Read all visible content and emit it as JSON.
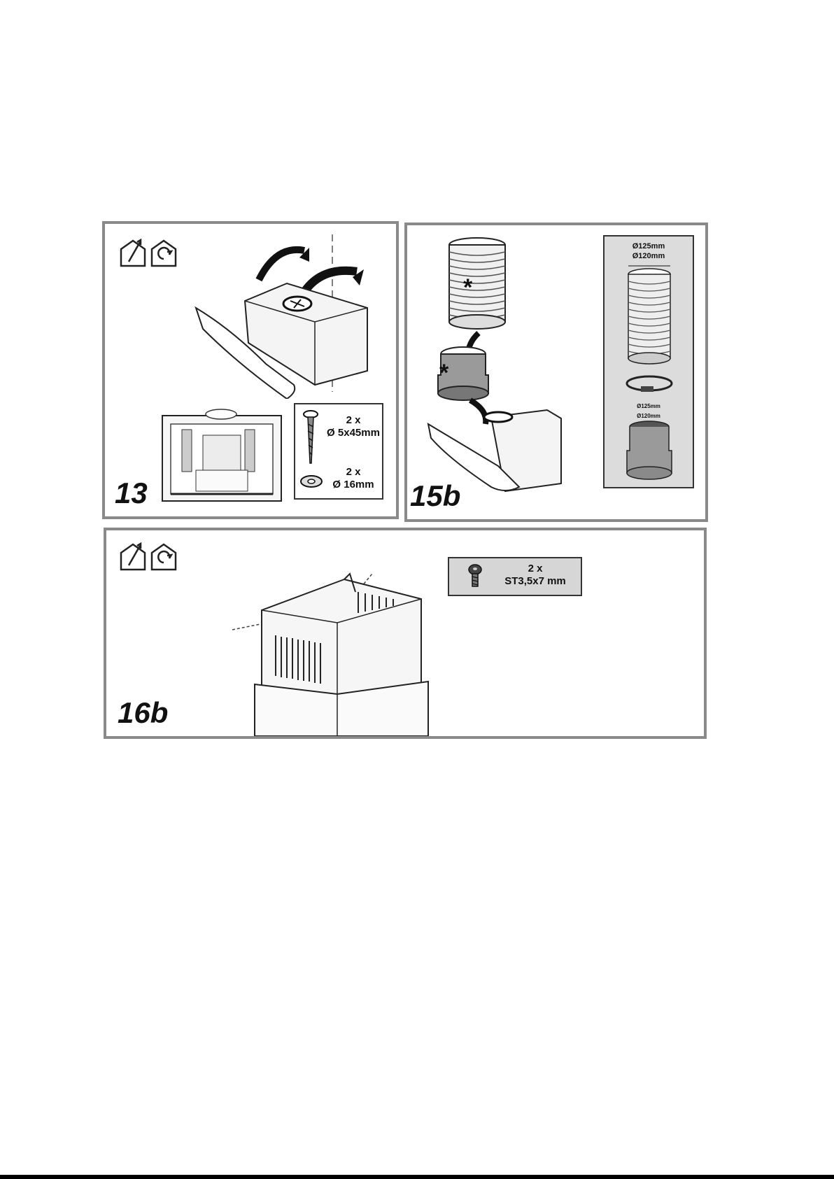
{
  "panels": {
    "step13": {
      "number": "13",
      "icons": [
        "house-exhaust-icon",
        "house-recirculation-icon"
      ],
      "legend": {
        "screw_qty": "2 x",
        "screw_size": "Ø 5x45mm",
        "washer_qty": "2 x",
        "washer_size": "Ø 16mm"
      }
    },
    "step15b": {
      "number": "15b",
      "stars": [
        "*",
        "*"
      ],
      "inset": {
        "dia_top_1": "Ø125mm",
        "dia_top_2": "Ø120mm",
        "dia_small_1": "Ø125mm",
        "dia_small_2": "Ø120mm"
      }
    },
    "step16b": {
      "number": "16b",
      "icons": [
        "house-exhaust-icon",
        "house-recirculation-icon"
      ],
      "legend": {
        "qty": "2 x",
        "size": "ST3,5x7 mm"
      }
    }
  }
}
